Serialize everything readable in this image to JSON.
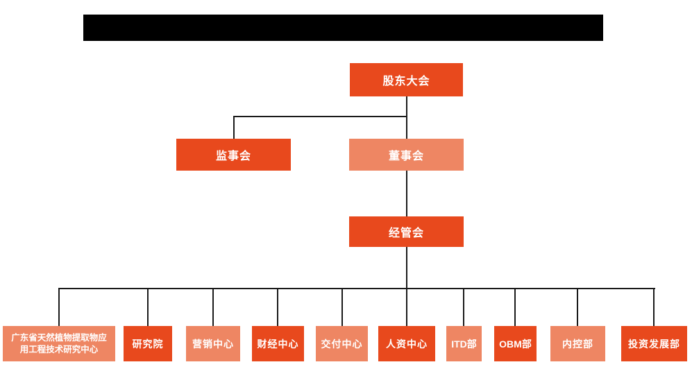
{
  "colors": {
    "box_primary": "#e8491d",
    "box_secondary": "#ee8663",
    "connector": "#1a1a1a",
    "redacted_bar": "#000000",
    "text": "#ffffff"
  },
  "org_chart": {
    "nodes": [
      {
        "id": "shareholders-meeting",
        "label": "股东大会",
        "variant": "primary",
        "level": 1
      },
      {
        "id": "supervisory-board",
        "label": "监事会",
        "variant": "primary",
        "level": 2
      },
      {
        "id": "board-of-directors",
        "label": "董事会",
        "variant": "secondary",
        "level": 2
      },
      {
        "id": "management-committee",
        "label": "经管会",
        "variant": "primary",
        "level": 3
      },
      {
        "id": "guangdong-natural-plant-extract-research-center",
        "label": "广东省天然植物提取物应用工程技术研究中心",
        "lines": [
          "广东省天然植物提取物应",
          "用工程技术研究中心"
        ],
        "variant": "secondary",
        "level": 4
      },
      {
        "id": "research-institute",
        "label": "研究院",
        "variant": "primary",
        "level": 4
      },
      {
        "id": "marketing-center",
        "label": "营销中心",
        "variant": "secondary",
        "level": 4
      },
      {
        "id": "finance-center",
        "label": "财经中心",
        "variant": "primary",
        "level": 4
      },
      {
        "id": "delivery-center",
        "label": "交付中心",
        "variant": "secondary",
        "level": 4
      },
      {
        "id": "hr-center",
        "label": "人资中心",
        "variant": "primary",
        "level": 4
      },
      {
        "id": "itd-department",
        "label": "ITD部",
        "variant": "secondary",
        "level": 4
      },
      {
        "id": "obm-department",
        "label": "OBM部",
        "variant": "primary",
        "level": 4
      },
      {
        "id": "internal-control-department",
        "label": "内控部",
        "variant": "secondary",
        "level": 4
      },
      {
        "id": "investment-development-department",
        "label": "投资发展部",
        "variant": "primary",
        "level": 4
      }
    ]
  }
}
